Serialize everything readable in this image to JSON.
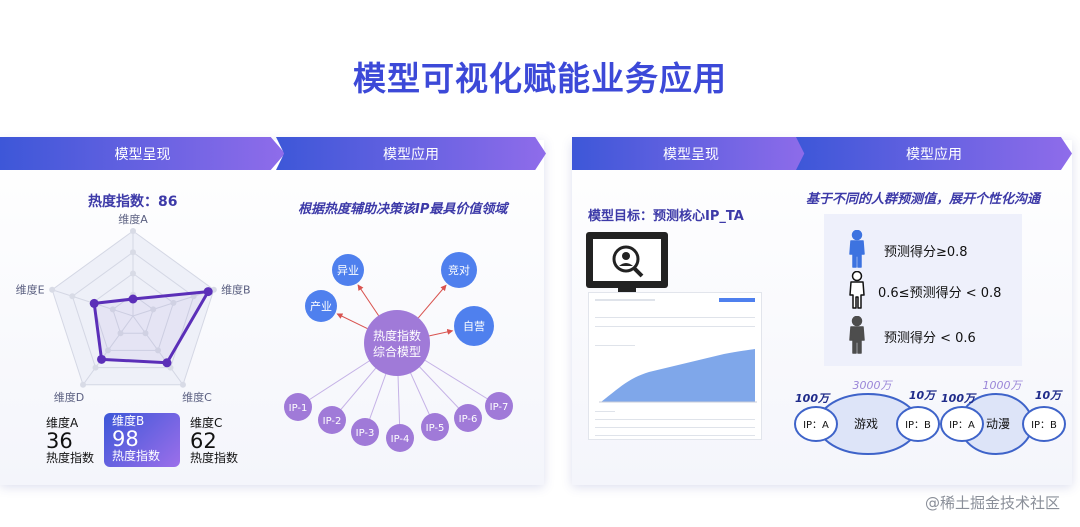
{
  "page": {
    "title": "模型可视化赋能业务应用"
  },
  "left_section": {
    "banner_present": "模型呈现",
    "banner_apply": "模型应用",
    "radar_title": "热度指数：86",
    "radar_axes": [
      "维度A",
      "维度B",
      "维度C",
      "维度D",
      "维度E"
    ],
    "radar_values": [
      0.2,
      0.93,
      0.68,
      0.63,
      0.48
    ],
    "dimension_cards": [
      {
        "name": "维度A",
        "value": "36",
        "label": "热度指数",
        "highlight": false
      },
      {
        "name": "维度B",
        "value": "98",
        "label": "热度指数",
        "highlight": true
      },
      {
        "name": "维度C",
        "value": "62",
        "label": "热度指数",
        "highlight": false
      }
    ],
    "apply_heading": "根据热度辅助决策该IP最具价值领域",
    "center_node": [
      "热度指数",
      "综合模型"
    ],
    "domain_nodes": [
      "异业",
      "竞对",
      "产业",
      "自营"
    ],
    "ip_nodes": [
      "IP-1",
      "IP-2",
      "IP-3",
      "IP-4",
      "IP-5",
      "IP-6",
      "IP-7"
    ]
  },
  "right_section": {
    "banner_present": "模型呈现",
    "banner_apply": "模型应用",
    "goal": "模型目标：预测核心IP_TA",
    "apply_heading": "基于不同的人群预测值，展开个性化沟通",
    "legend": [
      {
        "text": "预测得分≥0.8",
        "color": "#3d73e0"
      },
      {
        "text": "0.6≤预测得分 < 0.8",
        "color": "#ffffff"
      },
      {
        "text": "预测得分 < 0.6",
        "color": "#4d4d4d"
      }
    ],
    "venn_groups": [
      {
        "left_count": "100万",
        "total": "3000万",
        "right_count": "10万",
        "left_label": "IP：A",
        "middle": "游戏",
        "right_label": "IP：B"
      },
      {
        "left_count": "100万",
        "total": "1000万",
        "right_count": "10万",
        "left_label": "IP：A",
        "middle": "动漫",
        "right_label": "IP：B"
      }
    ]
  },
  "watermark": "@稀土掘金技术社区",
  "colors": {
    "accent": "#3c49d8",
    "purple": "#5b2fb8",
    "node_blue": "#4f80ee",
    "node_purple": "#a07ad8"
  }
}
